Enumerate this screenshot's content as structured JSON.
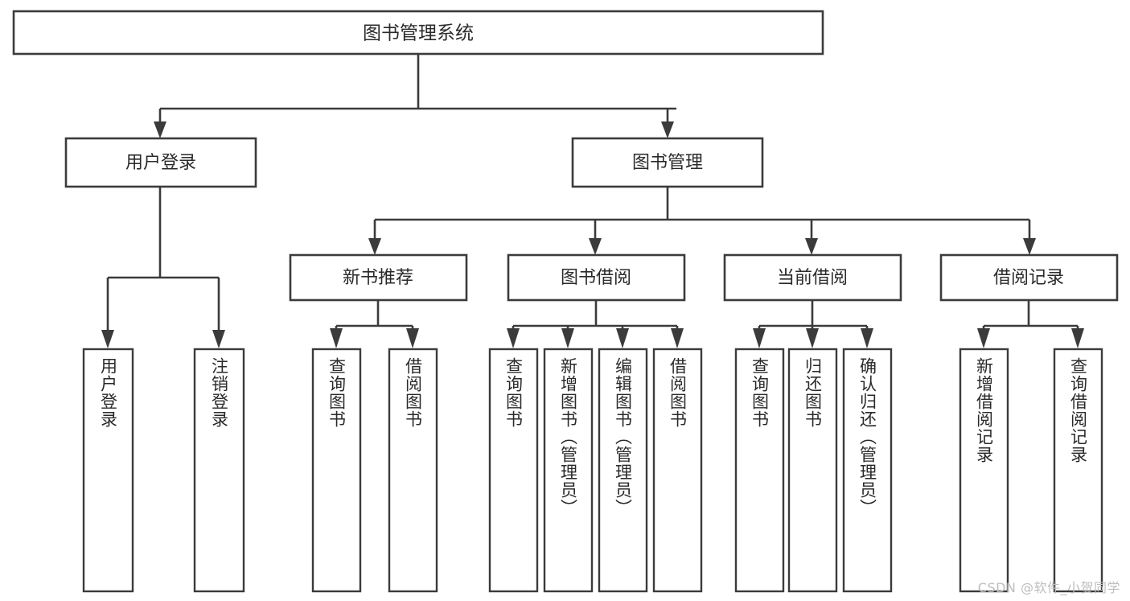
{
  "diagram": {
    "title": "图书管理系统",
    "type": "功能结构图",
    "watermark": "CSDN @软件_小贺同学",
    "colors": {
      "stroke": "#3b3b3b",
      "fill": "#ffffff",
      "text": "#2a2a2a",
      "watermark": "#bdbdbd"
    },
    "root": {
      "label": "图书管理系统"
    },
    "level1": [
      {
        "label": "用户登录"
      },
      {
        "label": "图书管理"
      }
    ],
    "level2": [
      {
        "label": "新书推荐"
      },
      {
        "label": "图书借阅"
      },
      {
        "label": "当前借阅"
      },
      {
        "label": "借阅记录"
      }
    ],
    "leaves": {
      "user_login": [
        {
          "label": "用户登录"
        },
        {
          "label": "注销登录"
        }
      ],
      "new_book": [
        {
          "label": "查询图书"
        },
        {
          "label": "借阅图书"
        }
      ],
      "book_borrow": [
        {
          "label": "查询图书"
        },
        {
          "label": "新增图书（管理员）"
        },
        {
          "label": "编辑图书（管理员）"
        },
        {
          "label": "借阅图书"
        }
      ],
      "current_borrow": [
        {
          "label": "查询图书"
        },
        {
          "label": "归还图书"
        },
        {
          "label": "确认归还（管理员）"
        }
      ],
      "borrow_record": [
        {
          "label": "新增借阅记录"
        },
        {
          "label": "查询借阅记录"
        }
      ]
    }
  }
}
